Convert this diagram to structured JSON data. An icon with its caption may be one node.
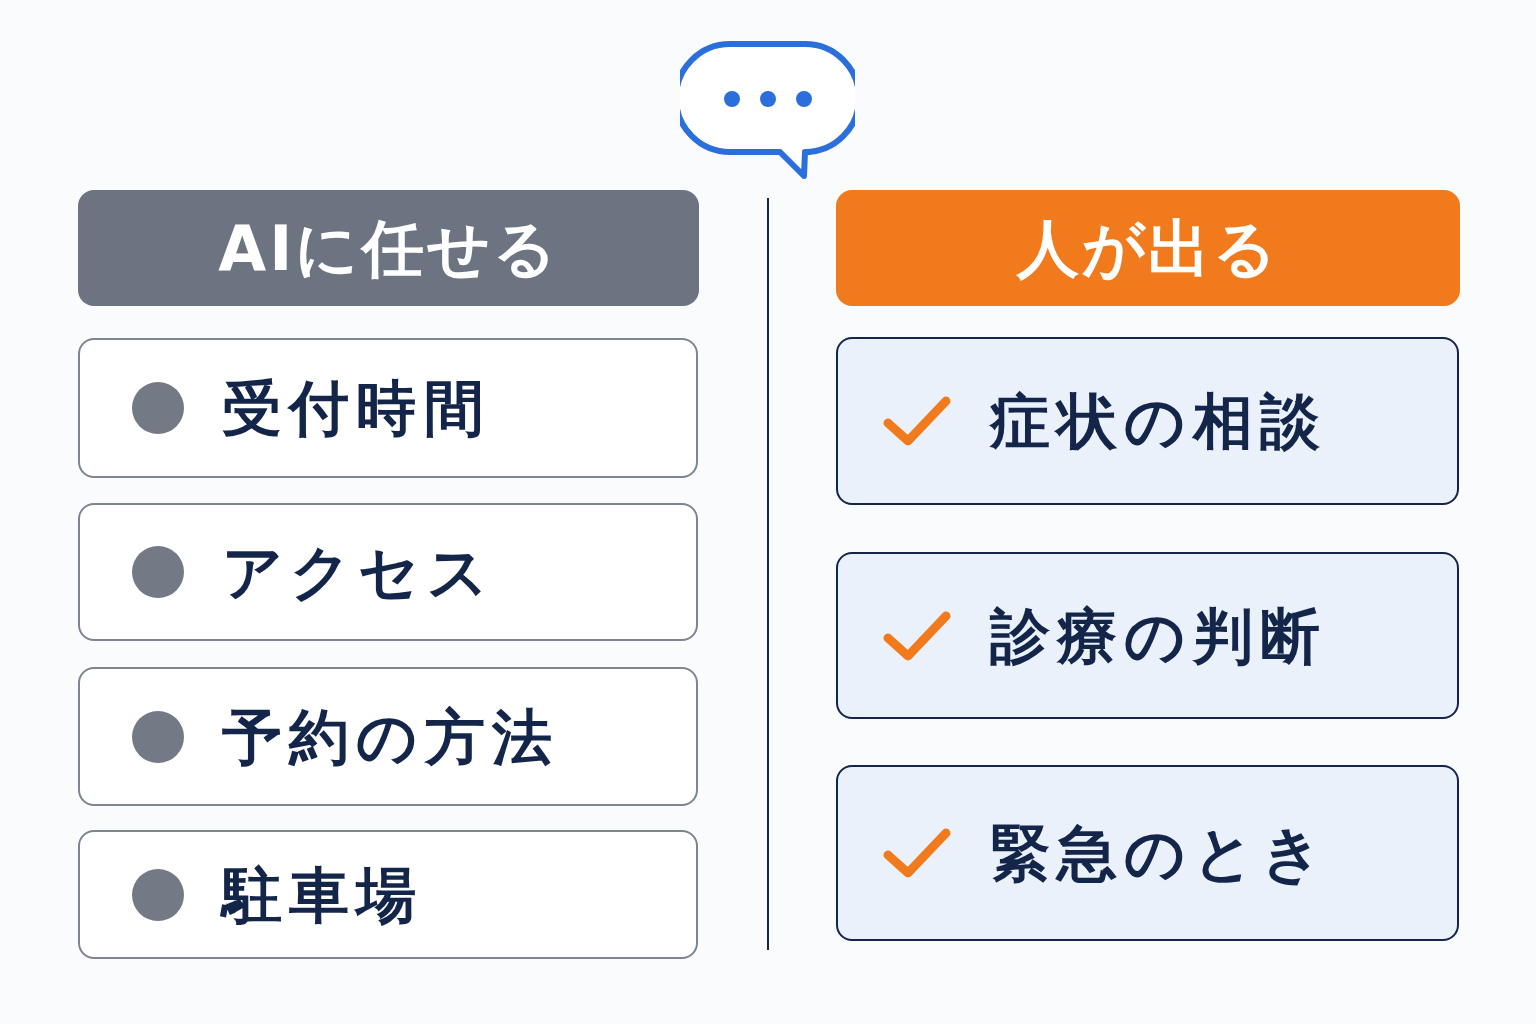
{
  "diagram": {
    "nodes": [
      {
        "text": [
          "AIに任せる"
        ]
      },
      {
        "text": [
          "人が出る"
        ]
      },
      {
        "text": [
          "受付時間"
        ]
      },
      {
        "text": [
          "アクセス"
        ]
      },
      {
        "text": [
          "予約の方法"
        ]
      },
      {
        "text": [
          "駐車場"
        ]
      },
      {
        "text": [
          "症状の相談"
        ]
      },
      {
        "text": [
          "診療の判断"
        ]
      },
      {
        "text": [
          "緊急のとき"
        ]
      }
    ]
  }
}
